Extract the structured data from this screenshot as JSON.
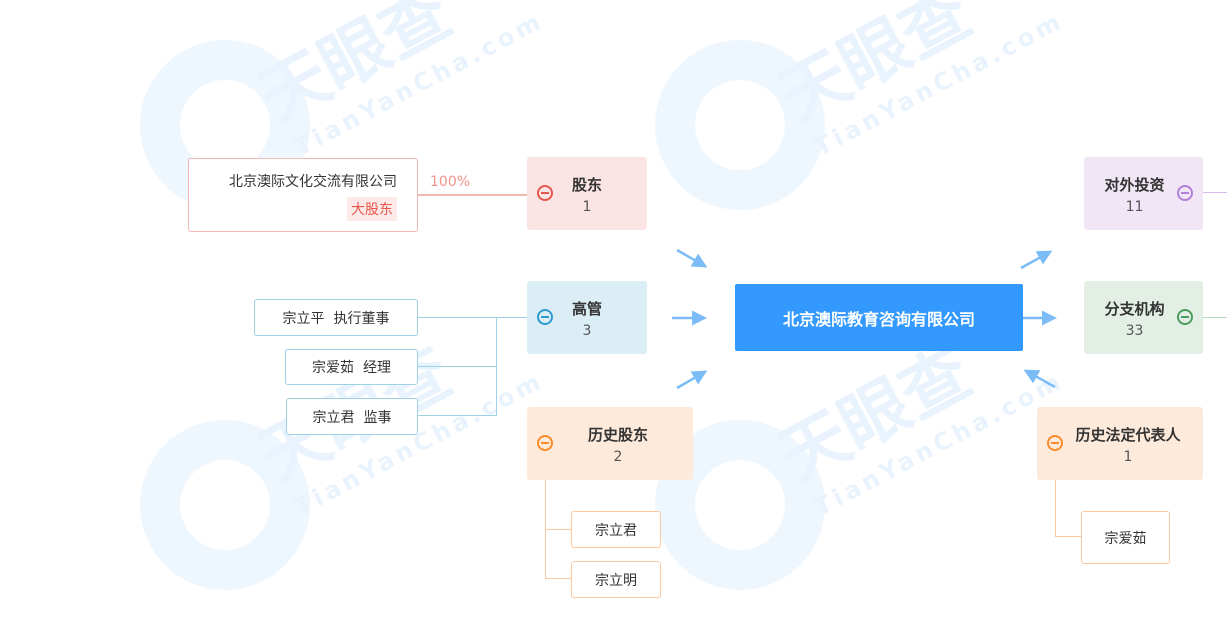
{
  "watermark": {
    "logo": "天眼查",
    "site": "TianYanCha.com"
  },
  "center": {
    "name": "北京澳际教育咨询有限公司"
  },
  "shareholders": {
    "label": "股东",
    "count": "1",
    "items": [
      {
        "name": "北京澳际文化交流有限公司",
        "badge": "大股东",
        "ratio": "100%"
      }
    ]
  },
  "executives": {
    "label": "高管",
    "count": "3",
    "items": [
      {
        "name": "宗立平",
        "role": "执行董事"
      },
      {
        "name": "宗爱茹",
        "role": "经理"
      },
      {
        "name": "宗立君",
        "role": "监事"
      }
    ]
  },
  "history_shareholders": {
    "label": "历史股东",
    "count": "2",
    "items": [
      "宗立君",
      "宗立明"
    ]
  },
  "investments": {
    "label": "对外投资",
    "count": "11"
  },
  "branches": {
    "label": "分支机构",
    "count": "33"
  },
  "history_legal_rep": {
    "label": "历史法定代表人",
    "count": "1",
    "items": [
      "宗爱茹"
    ]
  },
  "colors": {
    "center": "#3399ff",
    "red": "#e8574d",
    "blue": "#2d9ad0",
    "orange": "#fb8c2a",
    "purple": "#b37fd6",
    "green": "#4a9b5e",
    "arrow": "#7bbcf7"
  }
}
